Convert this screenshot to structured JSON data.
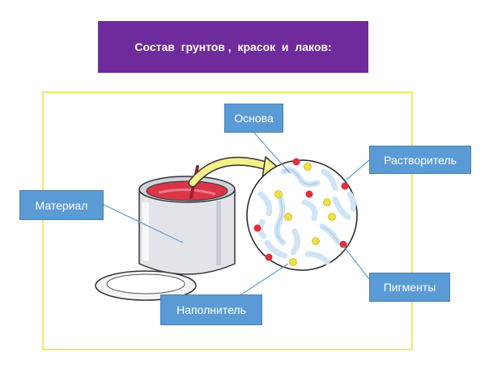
{
  "title": "Состав  грунтов ,  красок  и  лаков:",
  "labels": {
    "osnova": "Основа",
    "rastvoritel": "Растворитель",
    "material": "Материал",
    "pigmenty": "Пигменты",
    "napolnitel": "Наполнитель"
  },
  "colors": {
    "banner": "#6f2a9c",
    "label_fill": "#5b9bd5",
    "frame_border": "#f2e86a",
    "paint": "#d9364a",
    "pigment_red": "#e0303c",
    "filler_yellow": "#f0e040",
    "arrow_yellow": "#f5f08a"
  }
}
